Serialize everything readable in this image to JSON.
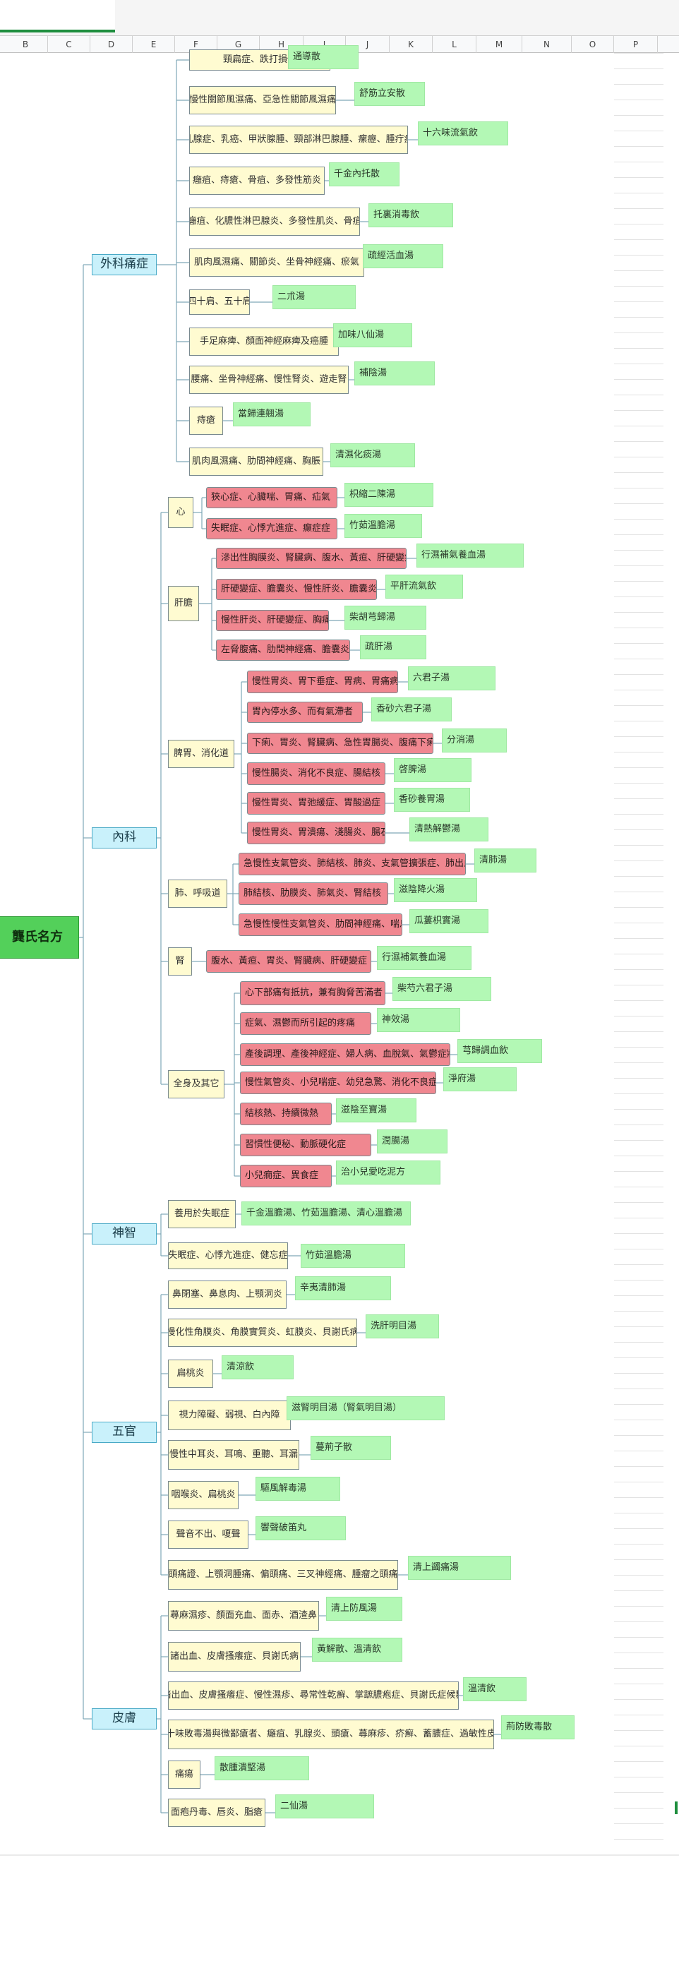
{
  "columns": [
    "B",
    "C",
    "D",
    "E",
    "F",
    "G",
    "H",
    "I",
    "J",
    "K",
    "L",
    "M",
    "N",
    "O",
    "P"
  ],
  "colors": {
    "root": "#53d05a",
    "category": "#c9f1fb",
    "symptom_yellow": "#fffbd1",
    "symptom_red": "#f08790",
    "prescription": "#b3f8b5",
    "sheet_accent": "#1e8e3e"
  },
  "root": "龔氏名方",
  "categories": [
    "外科痛症",
    "內科",
    "神智",
    "五官",
    "皮膚"
  ],
  "subgroups": [
    "心",
    "肝膽",
    "脾胃、消化道",
    "肺、呼吸道",
    "腎",
    "全身及其它",
    "養用於失眠症",
    "失眠症、心悸亢進症、健忘症"
  ],
  "symptoms": [
    "頸扁症、跌打損傷",
    "慢性關節風濕痛、亞急性關節風濕痛",
    "乳腺症、乳癌、甲狀腺腫、頸部淋巴腺腫、瘰癧、腫疔症",
    "癰疽、痔瘡、骨疽、多發性筋炎",
    "癰疽、化膿性淋巴腺炎、多發性肌炎、骨疽",
    "肌肉風濕痛、關節炎、坐骨神經痛、瘀氣",
    "四十肩、五十肩",
    "手足麻痺、顏面神經麻痺及癌腫",
    "腰痛、坐骨神經痛、慢性腎炎、遊走腎",
    "痔瘡",
    "肌肉風濕痛、肋間神經痛、胸脹",
    "狹心症、心臟喘、胃痛、疝氣",
    "失眠症、心悸亢進症、癲症症",
    "滲出性胸膜炎、腎臟病、腹水、黃疸、肝硬變症",
    "肝硬變症、膽囊炎、慢性肝炎、膽囊炎",
    "慢性肝炎、肝硬變症、胸痛",
    "左脅腹痛、肋間神經痛、膽囊炎",
    "慢性胃炎、胃下垂症、胃病、胃痛病",
    "胃內停水多、而有氣滯者",
    "下痢、胃炎、腎臟病、急性胃腸炎、腹痛下痢",
    "慢性腸炎、消化不良症、腸結核",
    "慢性胃炎、胃弛緩症、胃酸過症",
    "慢性胃炎、胃潰瘍、淺腸炎、腸石症",
    "急慢性支氣管炎、肺結核、肺炎、支氣管擴張症、肺出血",
    "肺結核、肋膜炎、肺氣炎、腎結核",
    "急慢性慢性支氣管炎、肋間神經痛、喘息",
    "腹水、黃疸、胃炎、腎臟病、肝硬變症",
    "心下部痛有抵抗，兼有胸脅苦滿者",
    "症氣、濕鬱而所引起的疼痛",
    "產後調理、產後神經症、婦人病、血脫氣、氣鬱症狀",
    "慢性氣管炎、小兒喘症、幼兒急驚、消化不良症",
    "結核熱、持續微熱",
    "習慣性便秘、動脈硬化症",
    "小兒癇症、異食症",
    "鼻閉塞、鼻息肉、上顎洞炎",
    "慢化性角膜炎、角膜實質炎、虹膜炎、貝謝氏病",
    "扁桃炎",
    "視力障礙、弱視、白內障",
    "慢性中耳炎、耳鳴、重聽、耳漏",
    "咽喉炎、扁桃炎",
    "聲音不出、嗄聲",
    "頭痛證、上顎洞腫痛、偏頭痛、三叉神經痛、腫瘤之頭痛",
    "蕁麻濕疹、顏面充血、面赤、酒渣鼻",
    "諸出血、皮膚搔癢症、貝謝氏病",
    "諸出血、皮膚搔癢症、慢性濕疹、尋常性乾癬、掌蹠膿疱症、貝謝氏症候群",
    "股十味敗毒湯與微鄙瘡者、癰疽、乳腺炎、頭瘡、蕁麻疹、疥癬、蓄膿症、過敏性皮膚",
    "痛瘍",
    "面疱丹毒、唇炎、脂瘡"
  ],
  "prescriptions": [
    "通導散",
    "舒筋立安散",
    "十六味流氣飲",
    "千金內托散",
    "托裏消毒飲",
    "疏經活血湯",
    "二朮湯",
    "加味八仙湯",
    "補陰湯",
    "當歸連翹湯",
    "清濕化痰湯",
    "枳縮二陳湯",
    "竹茹溫膽湯",
    "行濕補氣養血湯",
    "平肝流氣飲",
    "柴胡芎歸湯",
    "疏肝湯",
    "六君子湯",
    "香砂六君子湯",
    "分消湯",
    "啓脾湯",
    "香砂養胃湯",
    "清熱解鬱湯",
    "清肺湯",
    "滋陰降火湯",
    "瓜蔞枳實湯",
    "行濕補氣養血湯",
    "柴芍六君子湯",
    "神效湯",
    "芎歸調血飲",
    "淨府湯",
    "滋陰至寶湯",
    "潤腸湯",
    "治小兒愛吃泥方",
    "千金溫膽湯、竹茹溫膽湯、清心溫膽湯",
    "竹茹溫膽湯",
    "辛夷清肺湯",
    "洗肝明目湯",
    "清涼飲",
    "滋腎明目湯（腎氣明目湯）",
    "蔓荊子散",
    "驅風解毒湯",
    "響聲破笛丸",
    "清上蠲痛湯",
    "清上防風湯",
    "黃解散、溫清飲",
    "溫清飲",
    "荊防敗毒散",
    "散腫潰堅湯",
    "二仙湯"
  ]
}
